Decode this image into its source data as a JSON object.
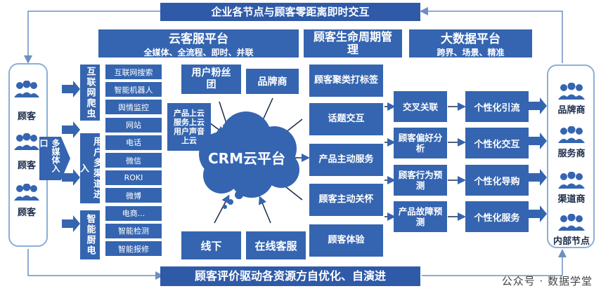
{
  "top_banner": "企业各节点与顾客零距离即时交互",
  "bottom_banner": "顾客评价驱动各资源方自优化、自演进",
  "left_customers": [
    "顾客",
    "顾客",
    "顾客"
  ],
  "multimedia_entry": "多媒体入口",
  "crawler_label": "互联网爬虫",
  "multichannel_label": "用户多渠道进入",
  "smart_kitchen_label": "智能厨电",
  "channels": [
    "互联网搜索",
    "智能机器人",
    "舆情监控",
    "网站",
    "电话",
    "微信",
    "ROKI",
    "微博",
    "电商...",
    "智能检测",
    "智能报修"
  ],
  "cloud_service": {
    "title": "云客服平台",
    "subtitle": "全媒体、全流程、即时、并联"
  },
  "lifecycle": {
    "title": "顾客生命周期管理"
  },
  "bigdata": {
    "title": "大数据平台",
    "subtitle": "跨界、场景、精准"
  },
  "crm_label": "CRM云平台",
  "fan_group": "用户粉丝团",
  "brand": "品牌商",
  "product_voice": "产品上云服务上云用户声音上云",
  "offline": "线下",
  "online_service": "在线客服",
  "lifecycle_items": [
    "顾客聚类打标签",
    "话题交互",
    "产品主动服务",
    "顾客主动关怀",
    "顾客体验"
  ],
  "bigdata_left": [
    "交叉关联",
    "顾客偏好分析",
    "顾客行为预测",
    "产品故障预测"
  ],
  "bigdata_right": [
    "个性化引流",
    "个性化交互",
    "个性化导购",
    "个性化服务"
  ],
  "right_nodes": [
    "品牌商",
    "服务商",
    "渠道商",
    "内部节点"
  ],
  "watermark": "公众号 · 数据学堂",
  "colors": {
    "primary": "#3565b0",
    "banner": "#2f5aa8",
    "lane": "#8ab0d8",
    "arrow": "#3565b0"
  }
}
